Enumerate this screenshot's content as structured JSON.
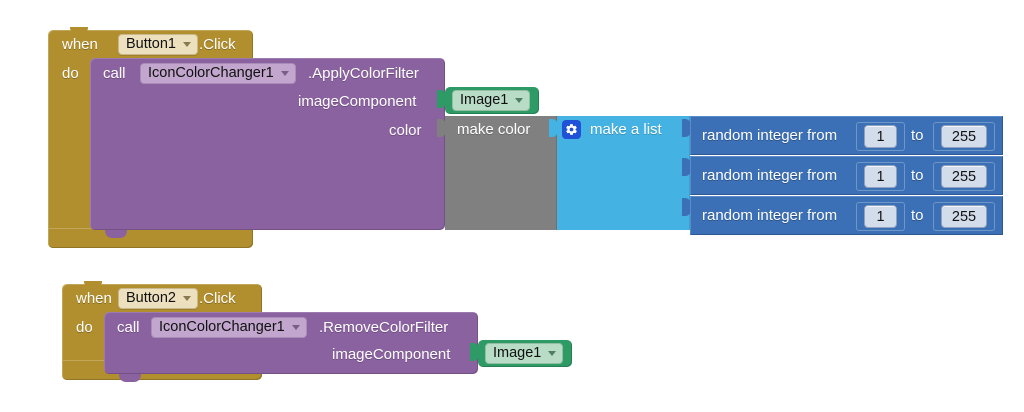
{
  "app": {
    "name": "MIT App Inventor Blocks Editor",
    "canvas_background": "#ffffff"
  },
  "palette": {
    "event_block": "#B18E2E",
    "event_field": "#EDE0BE",
    "call_block": "#8B62A0",
    "call_field": "#C2A6CE",
    "getter_block": "#2E9B66",
    "getter_field": "#B8DCC6",
    "color_block": "#808080",
    "list_block": "#44B2E3",
    "math_block": "#3B6FB6",
    "math_field": "#D3DCEA",
    "gear_icon": "#1F52D6"
  },
  "blocks": {
    "block1": {
      "event": {
        "when_label": "when",
        "component": "Button1",
        "event_name": ".Click",
        "do_label": "do"
      },
      "call": {
        "call_label": "call",
        "component": "IconColorChanger1",
        "method": ".ApplyColorFilter",
        "params": [
          {
            "name": "imageComponent",
            "label": "imageComponent"
          },
          {
            "name": "color",
            "label": "color"
          }
        ]
      },
      "image_getter": {
        "value": "Image1"
      },
      "make_color": {
        "label": "make color"
      },
      "make_a_list": {
        "label": "make a list",
        "mutator_icon": "gear-icon"
      },
      "random_items": [
        {
          "label": "random integer from",
          "from": "1",
          "to_label": "to",
          "to": "255"
        },
        {
          "label": "random integer from",
          "from": "1",
          "to_label": "to",
          "to": "255"
        },
        {
          "label": "random integer from",
          "from": "1",
          "to_label": "to",
          "to": "255"
        }
      ]
    },
    "block2": {
      "event": {
        "when_label": "when",
        "component": "Button2",
        "event_name": ".Click",
        "do_label": "do"
      },
      "call": {
        "call_label": "call",
        "component": "IconColorChanger1",
        "method": ".RemoveColorFilter",
        "params": [
          {
            "name": "imageComponent",
            "label": "imageComponent"
          }
        ]
      },
      "image_getter": {
        "value": "Image1"
      }
    }
  }
}
